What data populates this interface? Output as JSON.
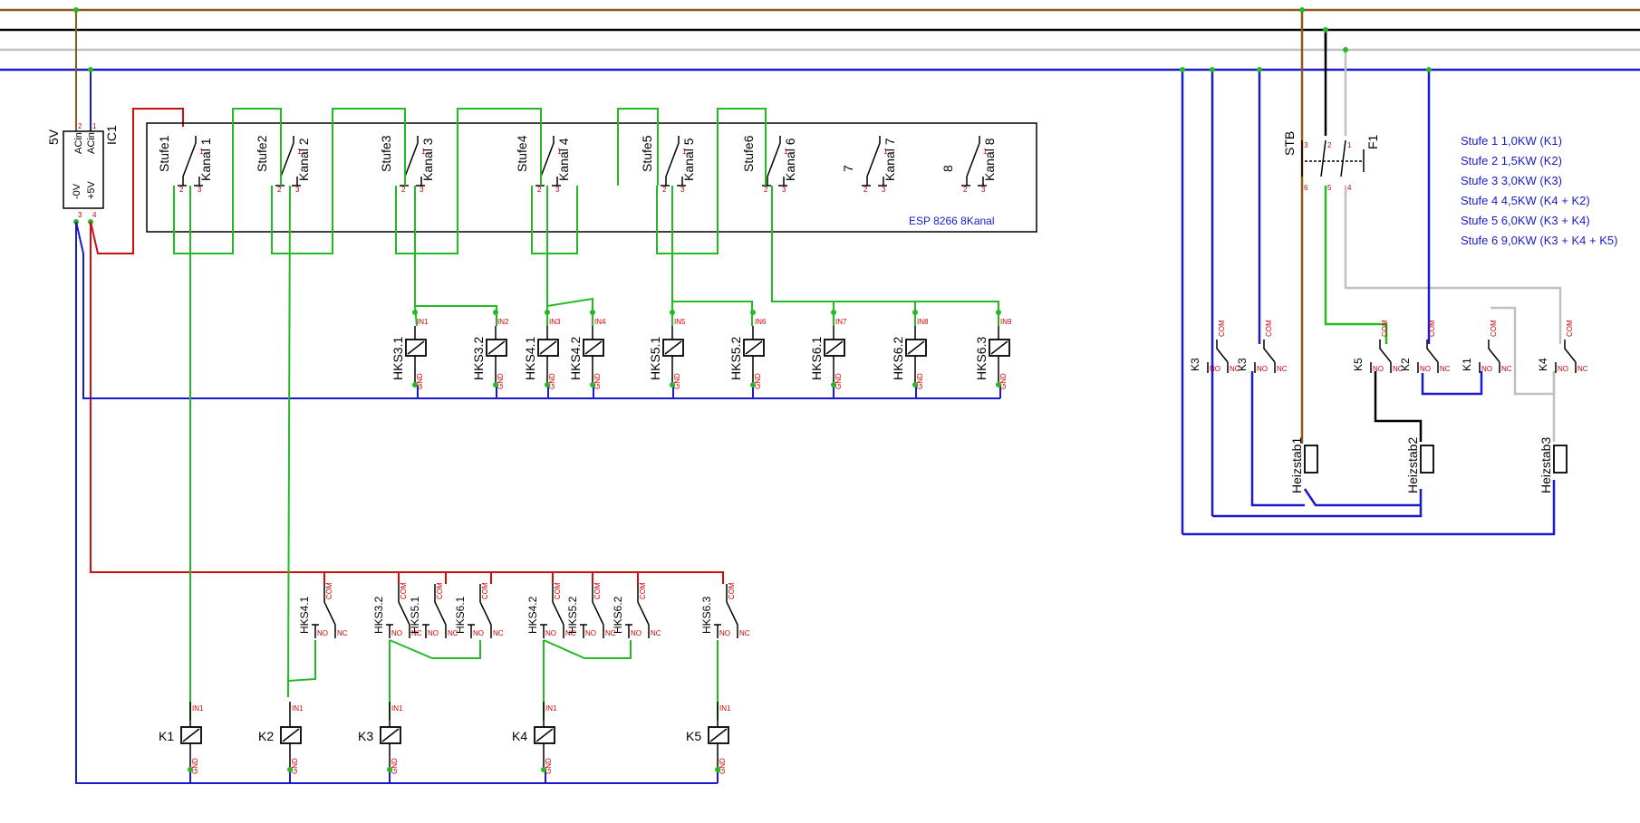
{
  "colors": {
    "brown": "#8b5a1a",
    "black": "#000000",
    "grey": "#c0c0c0",
    "blue": "#1a1acc",
    "red": "#cc1010",
    "green": "#22bb22",
    "pin": "#cc0000"
  },
  "power_supply": {
    "label_5v": "5V",
    "label_ic": "IC1",
    "acin1": "ACin",
    "acin2": "ACin",
    "minus0v": "-0V",
    "plus5v": "+5V",
    "pins": [
      "2",
      "1",
      "3",
      "4"
    ]
  },
  "board": {
    "name": "ESP 8266 8Kanal",
    "channels": [
      {
        "stufe": "Stufe1",
        "kanal": "Kanal 1"
      },
      {
        "stufe": "Stufe2",
        "kanal": "Kanal 2"
      },
      {
        "stufe": "Stufe3",
        "kanal": "Kanal 3"
      },
      {
        "stufe": "Stufe4",
        "kanal": "Kanal 4"
      },
      {
        "stufe": "Stufe5",
        "kanal": "Kanal 5"
      },
      {
        "stufe": "Stufe6",
        "kanal": "Kanal 6"
      },
      {
        "stufe": "7",
        "kanal": "Kanal 7"
      },
      {
        "stufe": "8",
        "kanal": "Kanal 8"
      }
    ],
    "pins": [
      "1",
      "2",
      "3"
    ]
  },
  "hks_coils": [
    {
      "name": "HKS3.1",
      "in": "IN1"
    },
    {
      "name": "HKS3.2",
      "in": "IN2"
    },
    {
      "name": "HKS4.1",
      "in": "IN3"
    },
    {
      "name": "HKS4.2",
      "in": "IN4"
    },
    {
      "name": "HKS5.1",
      "in": "IN5"
    },
    {
      "name": "HKS5.2",
      "in": "IN6"
    },
    {
      "name": "HKS6.1",
      "in": "IN7"
    },
    {
      "name": "HKS6.2",
      "in": "IN8"
    },
    {
      "name": "HKS6.3",
      "in": "IN9"
    }
  ],
  "gnd_label": "GND",
  "contact_labels": {
    "com": "COM",
    "no": "NO",
    "nc": "NC"
  },
  "hks_contacts": [
    "HKS4.1",
    "HKS3.2",
    "HKS5.1",
    "HKS6.1",
    "HKS4.2",
    "HKS5.2",
    "HKS6.2",
    "HKS6.3"
  ],
  "k_coils": [
    {
      "name": "K1",
      "in": "IN1"
    },
    {
      "name": "K2",
      "in": "IN1"
    },
    {
      "name": "K3",
      "in": "IN1"
    },
    {
      "name": "K4",
      "in": "IN1"
    },
    {
      "name": "K5",
      "in": "IN1"
    }
  ],
  "right_section": {
    "stb": "STB",
    "f1": "F1",
    "stb_pins": [
      "3",
      "2",
      "1",
      "6",
      "5",
      "4"
    ],
    "contacts": [
      "K3",
      "K3",
      "K5",
      "K2",
      "K1",
      "K4"
    ],
    "heaters": [
      "Heizstab1",
      "Heizstab2",
      "Heizstab3"
    ]
  },
  "legend": [
    "Stufe 1 1,0KW (K1)",
    "Stufe 2 1,5KW (K2)",
    "Stufe 3 3,0KW (K3)",
    "Stufe 4 4,5KW (K4 + K2)",
    "Stufe 5 6,0KW (K3 + K4)",
    "Stufe 6 9,0KW (K3 + K4 + K5)"
  ]
}
